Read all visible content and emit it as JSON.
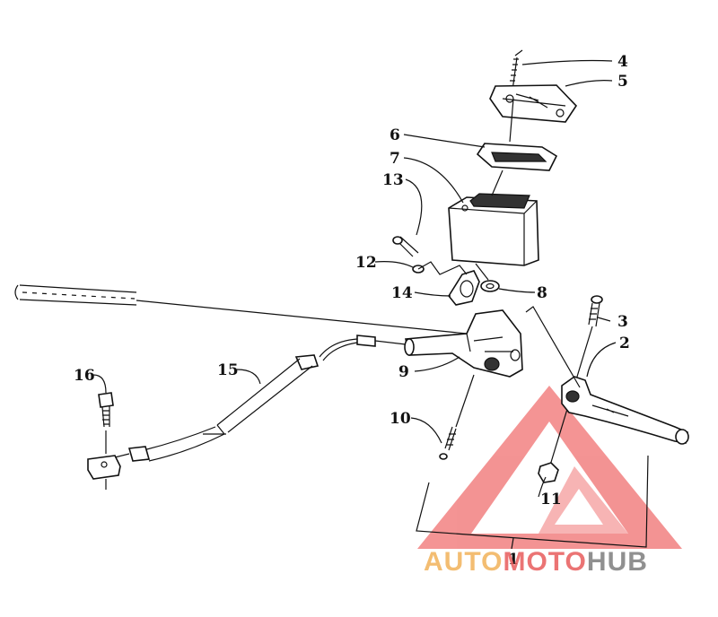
{
  "diagram": {
    "callouts": [
      "1",
      "2",
      "3",
      "4",
      "5",
      "6",
      "7",
      "8",
      "9",
      "10",
      "11",
      "12",
      "13",
      "14",
      "15",
      "16"
    ]
  },
  "watermark": {
    "part1": "AUTO",
    "part2": "MOTO",
    "part3": "HUB",
    "colors": {
      "auto": "#f2b25a",
      "moto": "#e85c5c",
      "hub": "#7d7d7d",
      "logo": "#f07070"
    }
  }
}
